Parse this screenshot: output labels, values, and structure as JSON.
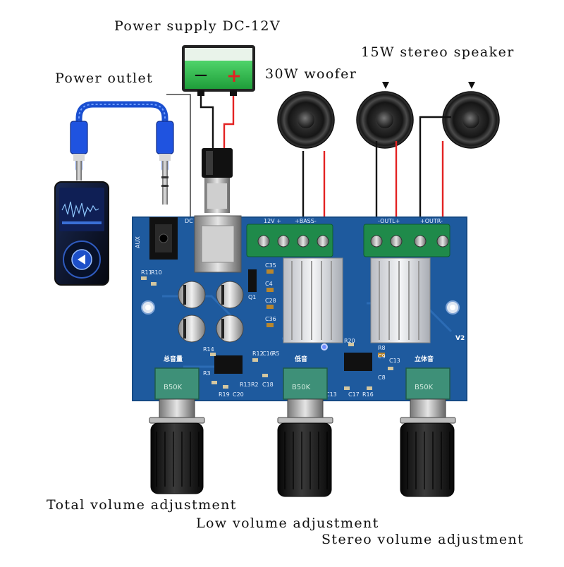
{
  "labels": {
    "power_supply": "Power supply DC-12V",
    "power_outlet": "Power outlet",
    "woofer": "30W woofer",
    "stereo_speaker": "15W stereo speaker",
    "total_volume": "Total volume adjustment",
    "low_volume": "Low volume adjustment",
    "stereo_volume": "Stereo volume adjustment"
  },
  "battery": {
    "minus": "−",
    "plus": "+"
  },
  "board": {
    "aux": "AUX",
    "dc": "DC",
    "v_in": "12V  +",
    "bass": "+BASS-",
    "outl": "-OUTL+",
    "outr": "+OUTR-",
    "version": "V2",
    "knob_total": "总音量",
    "knob_low": "低音",
    "knob_stereo": "立体音",
    "pot_code": "B50K",
    "components": [
      "R11",
      "R10",
      "C35",
      "C4",
      "C28",
      "C36",
      "Q1",
      "R14",
      "R12",
      "C16",
      "R5",
      "R3",
      "R2",
      "C13",
      "R8",
      "C9",
      "R19",
      "C20",
      "R20",
      "C17",
      "R16",
      "C8",
      "C13",
      "R13",
      "C18"
    ]
  },
  "colors": {
    "pcb": "#1e5a9e",
    "battery": "#2fb84b",
    "wire_red": "#e32222",
    "wire_black": "#111111",
    "cable_blue": "#1a4fd0",
    "knob_green": "#3e9078"
  }
}
